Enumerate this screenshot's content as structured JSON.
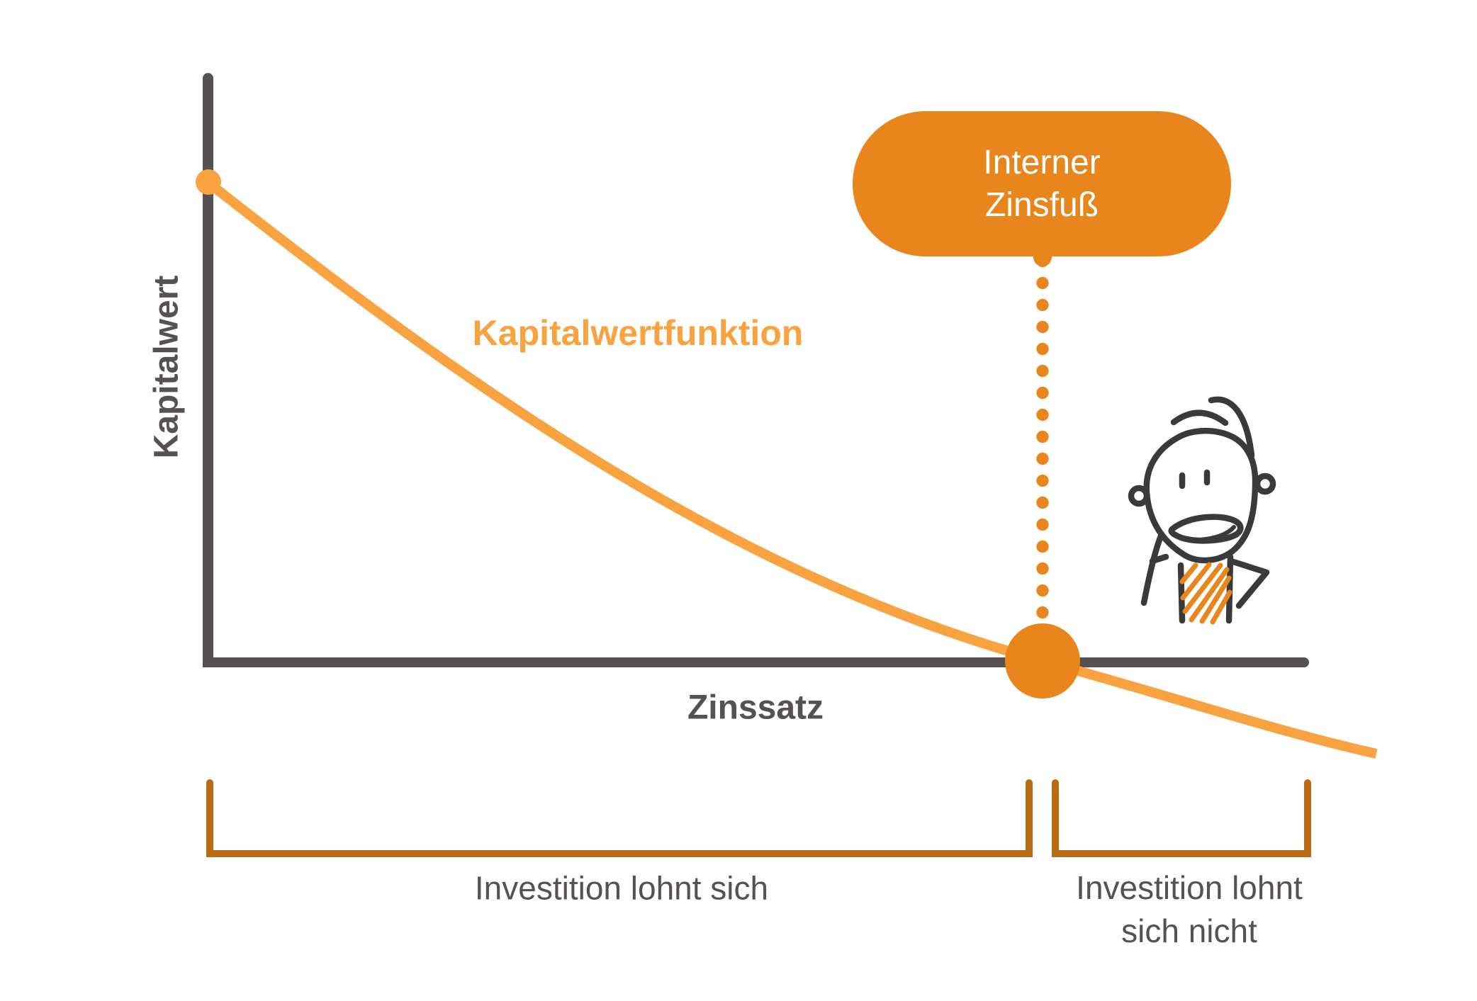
{
  "colors": {
    "bg": "#ffffff",
    "axis": "#545150",
    "text": "#565251",
    "curve": "#F9A340",
    "accent": "#E8861D",
    "bracket": "#B96C11",
    "figure": "#3A3A3C"
  },
  "chart": {
    "y_axis_label": "Kapitalwert",
    "x_axis_label": "Zinssatz",
    "curve_label": "Kapitalwertfunktion"
  },
  "callout": {
    "line1": "Interner",
    "line2": "Zinsfuß"
  },
  "regions": {
    "left_label": "Investition lohnt sich",
    "right_label_line1": "Investition lohnt",
    "right_label_line2": "sich nicht"
  },
  "icons": {
    "character": "worried-stickman-illustration",
    "intersection_marker": "irr-intersection-dot",
    "curve_start_marker": "curve-start-dot"
  }
}
